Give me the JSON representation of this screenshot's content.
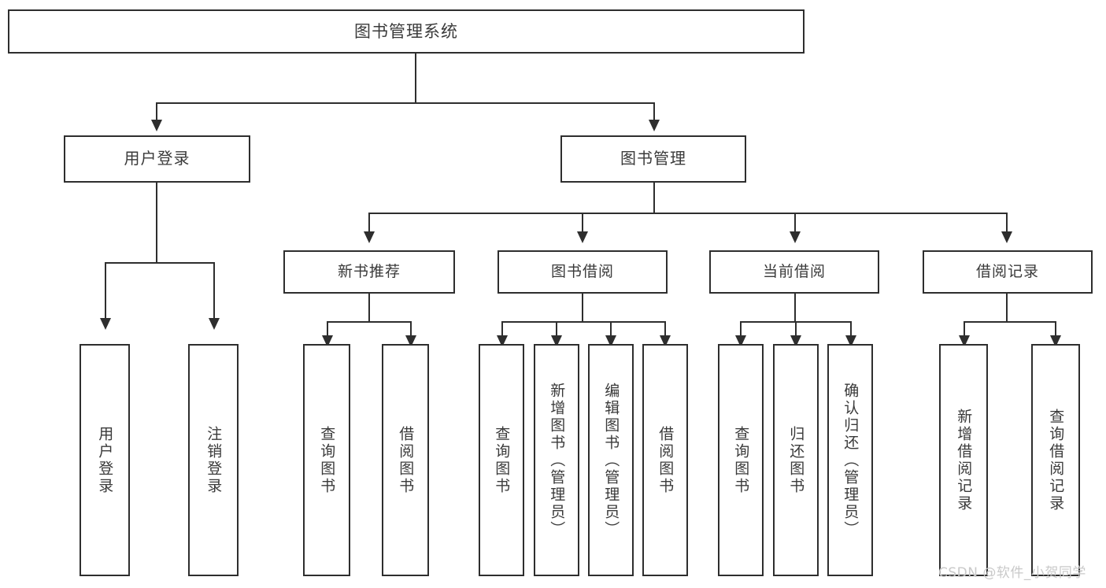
{
  "diagram": {
    "title": "图书管理系统",
    "root": {
      "label": "图书管理系统"
    },
    "level2": [
      {
        "label": "用户登录"
      },
      {
        "label": "图书管理"
      }
    ],
    "level3": [
      {
        "label": "新书推荐"
      },
      {
        "label": "图书借阅"
      },
      {
        "label": "当前借阅"
      },
      {
        "label": "借阅记录"
      }
    ],
    "leaves": [
      {
        "label": "用户登录"
      },
      {
        "label": "注销登录"
      },
      {
        "label": "查询图书"
      },
      {
        "label": "借阅图书"
      },
      {
        "label": "查询图书"
      },
      {
        "label": "新增图书（管理员）"
      },
      {
        "label": "编辑图书（管理员）"
      },
      {
        "label": "借阅图书"
      },
      {
        "label": "查询图书"
      },
      {
        "label": "归还图书"
      },
      {
        "label": "确认归还（管理员）"
      },
      {
        "label": "新增借阅记录"
      },
      {
        "label": "查询借阅记录"
      }
    ]
  },
  "watermark": {
    "text": "CSDN @软件_小贺同学"
  },
  "colors": {
    "line": "#2e2e2e",
    "text": "#3a3a3a",
    "background": "#ffffff",
    "watermark": "#c9c9c9"
  }
}
